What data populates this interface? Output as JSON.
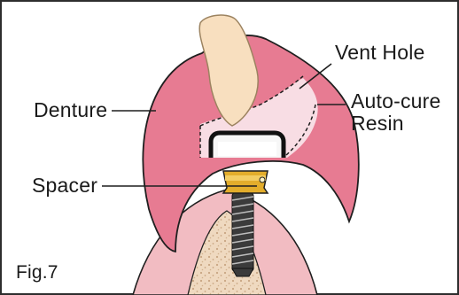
{
  "labels": {
    "denture": "Denture",
    "vent_hole": "Vent Hole",
    "auto_cure_line1": "Auto-cure",
    "auto_cure_line2": "Resin",
    "spacer": "Spacer",
    "figure": "Fig.7"
  },
  "colors": {
    "denture_pink": "#e77b92",
    "denture_edge": "#c8566f",
    "gum_pink": "#f2bcc2",
    "tooth": "#f8dfbf",
    "tooth_edge": "#9c8360",
    "resin_pale": "#f8dde4",
    "abutment_gold": "#e3ad2b",
    "implant_dark": "#3b3b3b",
    "bone": "#efd9c0",
    "bone_dots": "#c8a582",
    "outline": "#1f1f1f",
    "frame": "#2d2d2d"
  }
}
